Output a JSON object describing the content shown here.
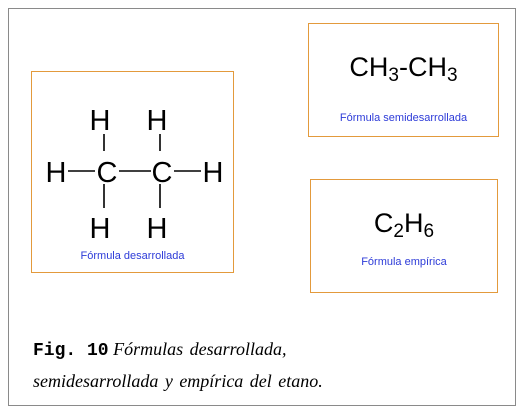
{
  "structural": {
    "atoms": {
      "h_top_left": "H",
      "h_top_right": "H",
      "h_left": "H",
      "c_left": "C",
      "c_right": "C",
      "h_right": "H",
      "h_bottom_left": "H",
      "h_bottom_right": "H"
    },
    "caption": "Fórmula desarrollada"
  },
  "semi": {
    "formula_a": "CH",
    "sub_a": "3",
    "formula_b": "-CH",
    "sub_b": "3",
    "caption": "Fórmula semidesarrollada"
  },
  "empirical": {
    "formula_a": "C",
    "sub_a": "2",
    "formula_b": "H",
    "sub_b": "6",
    "caption": "Fórmula empírica"
  },
  "figure_caption": {
    "label": "Fig. 10",
    "line1": "Fórmulas desarrollada,",
    "line2": "semidesarrollada y empírica del etano."
  },
  "colors": {
    "box_border": "#e39a3c",
    "caption_text": "#2d3bd8"
  }
}
